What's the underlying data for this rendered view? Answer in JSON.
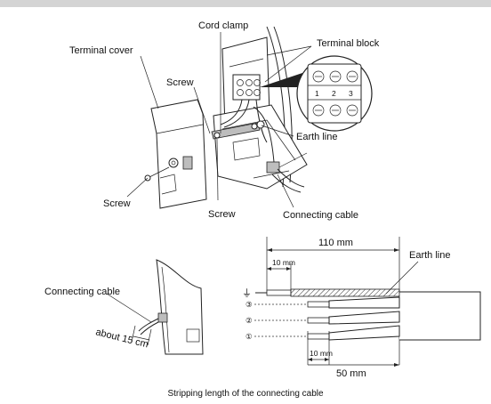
{
  "top_figure": {
    "labels": {
      "cord_clamp": "Cord clamp",
      "terminal_block": "Terminal block",
      "terminal_cover": "Terminal cover",
      "screw_upper": "Screw",
      "screw_left": "Screw",
      "screw_bottom": "Screw",
      "earth_line": "Earth line",
      "connecting_cable": "Connecting cable"
    },
    "terminal_numbers": [
      "1",
      "2",
      "3"
    ]
  },
  "left_figure": {
    "connecting_cable": "Connecting cable",
    "length": "about 15 cm"
  },
  "stripping_diagram": {
    "dim_110": "110 mm",
    "dim_10_top": "10 mm",
    "dim_10_bottom": "10 mm",
    "dim_50": "50 mm",
    "earth_line": "Earth line",
    "wire_marks": [
      "⏚",
      "③",
      "②",
      "①"
    ]
  },
  "caption": "Stripping length of the connecting cable"
}
